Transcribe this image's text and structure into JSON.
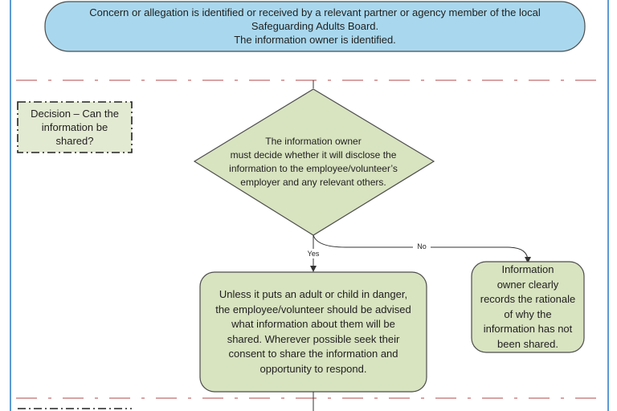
{
  "top_box": {
    "line1": "Concern or allegation is identified or received by a relevant partner or agency member of the local",
    "line2": "Safeguarding Adults Board.",
    "line3": "The information owner is identified."
  },
  "decision_label": {
    "line1": "Decision – Can the",
    "line2": "information be",
    "line3": "shared?"
  },
  "diamond": {
    "line1": "The information owner",
    "line2": "must decide whether  it will disclose the",
    "line3": "information to the employee/volunteer’s",
    "line4": "employer and any relevant others."
  },
  "edges": {
    "no_label": "No",
    "yes_label": "Yes"
  },
  "yes_box": {
    "line1": "Unless it puts an adult or child in danger,",
    "line2": "the employee/volunteer should be advised",
    "line3": "what information about them will be",
    "line4": "shared. Wherever possible seek their",
    "line5": "consent to share the information and",
    "line6": "opportunity to respond."
  },
  "no_box": {
    "line1": "Information",
    "line2": "owner clearly",
    "line3": "records the rationale",
    "line4": "of why the",
    "line5": "information has not",
    "line6": "been shared."
  },
  "colors": {
    "top_fill": "#a9d8ee",
    "node_fill": "#d8e3c0",
    "stroke": "#4d4d4d",
    "swimlane_dash": "#d9a3a3",
    "frame": "#5b9bd5"
  }
}
